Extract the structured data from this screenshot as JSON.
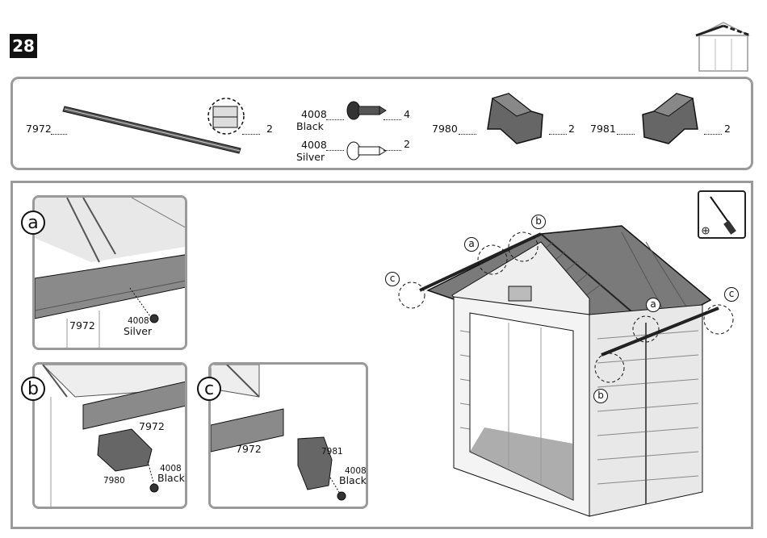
{
  "step": {
    "number": "28"
  },
  "parts": {
    "rail": {
      "code": "7972",
      "qty": "2"
    },
    "screw_black": {
      "code": "4008",
      "color": "Black",
      "qty": "4"
    },
    "screw_silver": {
      "code": "4008",
      "color": "Silver",
      "qty": "2"
    },
    "corner_left": {
      "code": "7980",
      "qty": "2"
    },
    "corner_right": {
      "code": "7981",
      "qty": "2"
    }
  },
  "detail_a": {
    "letter": "a",
    "rail_code": "7972",
    "screw_code": "4008",
    "screw_color": "Silver"
  },
  "detail_b": {
    "letter": "b",
    "rail_code": "7972",
    "part_code": "7980",
    "screw_code": "4008",
    "screw_color": "Black"
  },
  "detail_c": {
    "letter": "c",
    "rail_code": "7972",
    "part_code": "7981",
    "screw_code": "4008",
    "screw_color": "Black"
  },
  "callouts": {
    "a": "a",
    "b": "b",
    "c": "c"
  },
  "icons": {
    "tool": "screwdriver-icon",
    "thumbnail": "shed-thumbnail-icon"
  }
}
